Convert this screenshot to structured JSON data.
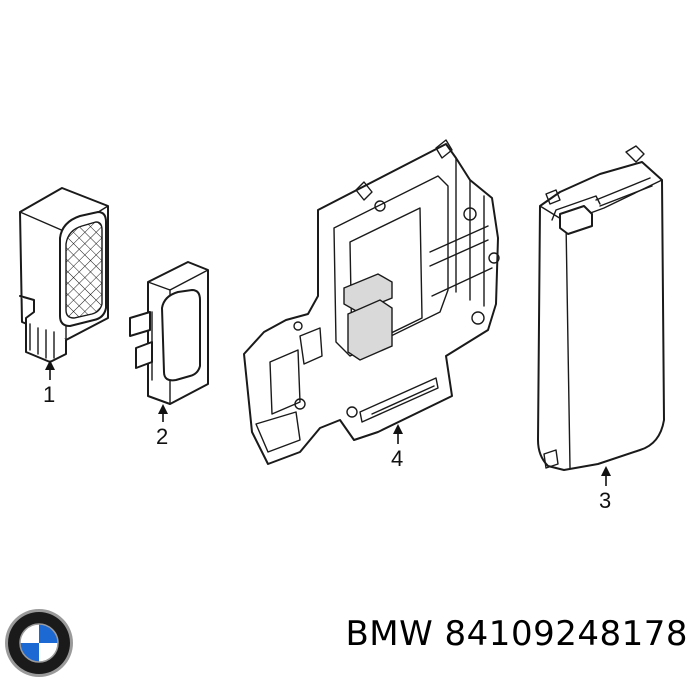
{
  "callouts": [
    "1",
    "2",
    "3",
    "4"
  ],
  "caption": {
    "brand": "BMW",
    "part_number": "84109248178"
  },
  "logo": {
    "icon": "bmw-roundel-icon",
    "colors": {
      "ring": "#1a1a1a",
      "blue": "#1c69d4",
      "white": "#ffffff",
      "rim": "#9a9a9a"
    }
  }
}
